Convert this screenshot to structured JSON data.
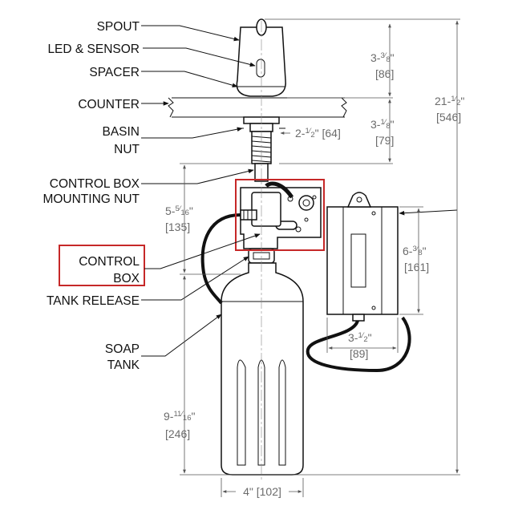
{
  "labels": {
    "spout": "SPOUT",
    "led_sensor": "LED & SENSOR",
    "spacer": "SPACER",
    "counter": "COUNTER",
    "basin_nut_1": "BASIN",
    "basin_nut_2": "NUT",
    "control_box_mounting_nut_1": "CONTROL BOX",
    "control_box_mounting_nut_2": "MOUNTING NUT",
    "control_box_1": "CONTROL",
    "control_box_2": "BOX",
    "tank_release": "TANK RELEASE",
    "soap_tank_1": "SOAP",
    "soap_tank_2": "TANK"
  },
  "dimensions": {
    "spout_height": {
      "whole": "3-",
      "num": "3",
      "den": "8",
      "in_suffix": "\"",
      "mm": "[86]"
    },
    "below_counter": {
      "whole": "3-",
      "num": "1",
      "den": "8",
      "in_suffix": "\"",
      "mm": "[79]"
    },
    "basin_nut_width": {
      "whole": "2-",
      "num": "1",
      "den": "2",
      "in_suffix": "\" [64]"
    },
    "total_height": {
      "whole": "21-",
      "num": "1",
      "den": "2",
      "in_suffix": "\"",
      "mm": "[546]"
    },
    "control_box_offset": {
      "whole": "5-",
      "num": "5",
      "den": "16",
      "in_suffix": "\"",
      "mm": "[135]"
    },
    "box_height": {
      "whole": "6-",
      "num": "3",
      "den": "8",
      "in_suffix": "\"",
      "mm": "[161]"
    },
    "box_width": {
      "whole": "3-",
      "num": "1",
      "den": "2",
      "in_suffix": "\"",
      "mm": "[89]"
    },
    "tank_height": {
      "whole": "9-",
      "num": "11",
      "den": "16",
      "in_suffix": "\"",
      "mm": "[246]"
    },
    "tank_width": {
      "text": "4\" [102]"
    }
  },
  "colors": {
    "line": "#111111",
    "dimension": "#6b6b6b",
    "highlight": "#c62828"
  }
}
